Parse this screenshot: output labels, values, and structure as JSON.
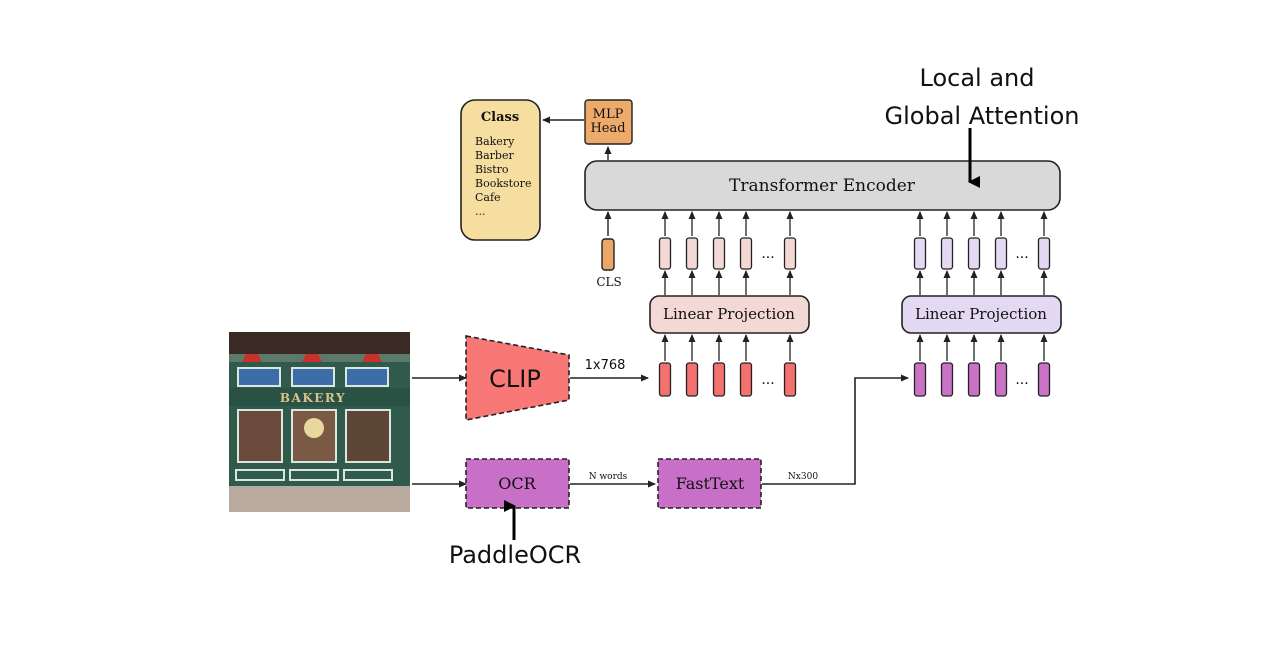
{
  "annotations": {
    "attention_line1": "Local and",
    "attention_line2": "Global Attention",
    "ocr_tool": "PaddleOCR"
  },
  "class_box": {
    "title": "Class",
    "items": [
      "Bakery",
      "Barber",
      "Bistro",
      "Bookstore",
      "Cafe",
      "..."
    ]
  },
  "mlp_head": {
    "line1": "MLP",
    "line2": "Head"
  },
  "encoder": {
    "label": "Transformer Encoder"
  },
  "cls_label": "CLS",
  "projections": {
    "left": "Linear Projection",
    "right": "Linear Projection"
  },
  "ellipsis": "...",
  "clip": {
    "label": "CLIP",
    "output_dim": "1x768"
  },
  "ocr": {
    "label": "OCR",
    "output": "N words"
  },
  "fasttext": {
    "label": "FastText",
    "output": "Nx300"
  },
  "photo": {
    "sign": "BAKERY"
  },
  "colors": {
    "class_fill": "#f6dea0",
    "mlp_fill": "#eeaa6a",
    "encoder_fill": "#d9d9d9",
    "cls_token": "#eba766",
    "clip_token": "#f3716f",
    "clip_proj_token": "#f3d8d6",
    "ocr_token": "#c972c6",
    "ocr_proj_token": "#e4d9f2",
    "clip_fill": "#f87878",
    "ocr_fill": "#c86fc7"
  }
}
